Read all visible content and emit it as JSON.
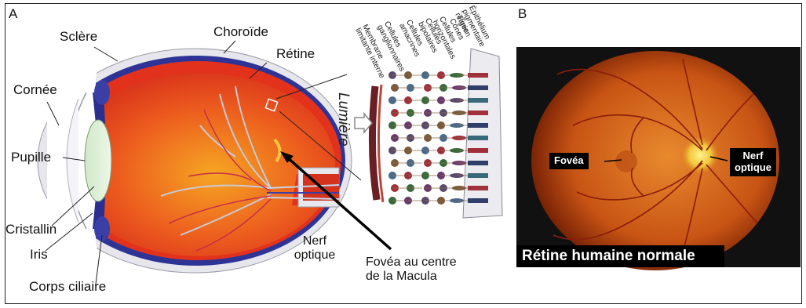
{
  "panel_a": {
    "letter": "A",
    "labels": {
      "sclere": "Sclère",
      "choroide": "Choroïde",
      "retine": "Rétine",
      "cornee": "Cornée",
      "pupille": "Pupille",
      "cristallin": "Cristallin",
      "iris": "Iris",
      "corps_ciliaire": "Corps ciliaire",
      "nerf_line1": "Nerf",
      "nerf_line2": "optique",
      "fovea_line1": "Fovéa au centre",
      "fovea_line2": "de la Macula",
      "lumiere": "Lumière"
    },
    "layers": [
      "Épithélium\npigmentaire\nrétinien",
      "Tiges\nCônes",
      "Cellules\nhorizontales",
      "Cellules\nbipolaires",
      "Cellules\namacrines",
      "Cellules\nganglionnaires",
      "Membrane\nlimitante interne"
    ]
  },
  "panel_b": {
    "letter": "B",
    "fovea": "Fovéa",
    "nerf_line1": "Nerf",
    "nerf_line2": "optique",
    "caption": "Rétine humaine normale"
  },
  "colors": {
    "sclera": "#e9e9ee",
    "choroid": "#2b2f8f",
    "retina": "#e23a1f",
    "vitreous": "#f29a1e",
    "fundus": "#d76418",
    "background_b": "#111111"
  }
}
